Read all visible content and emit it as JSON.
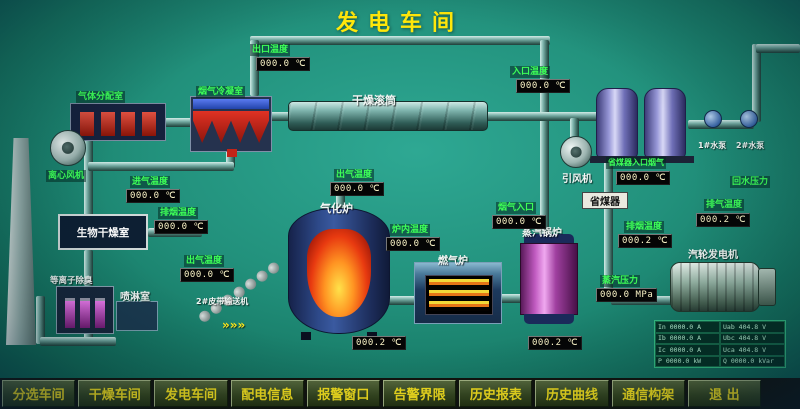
{
  "title": "发电车间",
  "equipment": {
    "gas_distribution": "气体分配室",
    "centrifugal_fan": "离心风机",
    "flue_condenser": "烟气冷凝室",
    "drying_drum": "干燥滚筒",
    "bio_drying_room": "生物干燥室",
    "plasma_deodorizer": "等离子除臭",
    "spray_room": "喷淋室",
    "belt_conveyor": "2#皮带输送机",
    "gasifier": "气化炉",
    "gas_furnace": "燃气炉",
    "steam_boiler": "蒸汽锅炉",
    "economizer": "省煤器",
    "induced_draft_fan": "引风机",
    "turbine_generator": "汽轮发电机",
    "pump1": "1#水泵",
    "pump2": "2#水泵"
  },
  "readouts": {
    "outlet_temp_top": {
      "label": "出口温度",
      "value": "000.0 ℃"
    },
    "inlet_temp_top": {
      "label": "入口温度",
      "value": "000.0 ℃"
    },
    "intake_temp_left": {
      "label": "进气温度",
      "value": "000.0 ℃"
    },
    "flue_temp_left": {
      "label": "排烟温度",
      "value": "000.0 ℃"
    },
    "outlet_gas_left": {
      "label": "出气温度",
      "value": "000.0 ℃"
    },
    "outlet_gas_center": {
      "label": "出气温度",
      "value": "000.0 ℃"
    },
    "furnace_temp": {
      "label": "炉内温度",
      "value": "000.0 ℃"
    },
    "flue_inlet": {
      "label": "烟气入口",
      "value": "000.0 ℃"
    },
    "economizer_inlet": {
      "label": "省煤器入口烟气",
      "value": "000.0 ℃"
    },
    "flue_temp_right": {
      "label": "排烟温度",
      "value": "000.2 ℃"
    },
    "steam_pressure": {
      "label": "蒸汽压力",
      "value": "000.0 MPa"
    },
    "return_water": {
      "label": "回水压力"
    },
    "exhaust_temp_right": {
      "label": "排气温度",
      "value": "000.2 ℃"
    },
    "gasifier_bottom": {
      "value": "000.2 ℃"
    },
    "boiler_bottom": {
      "value": "000.2 ℃"
    }
  },
  "generator_panel": {
    "rows": [
      [
        "In 0000.0 A",
        "Uab 404.8 V"
      ],
      [
        "Ib 0000.0 A",
        "Ubc 404.8 V"
      ],
      [
        "Ic 0000.0 A",
        "Uca 404.8 V"
      ],
      [
        "P 0000.0 kW",
        "Q 0000.0 kVar"
      ]
    ]
  },
  "conveyor_arrows": "»»»",
  "menu": {
    "items": [
      "分选车间",
      "干燥车间",
      "发电车间",
      "配电信息",
      "报警窗口",
      "告警界限",
      "历史报表",
      "历史曲线",
      "通信构架",
      "退  出"
    ]
  }
}
